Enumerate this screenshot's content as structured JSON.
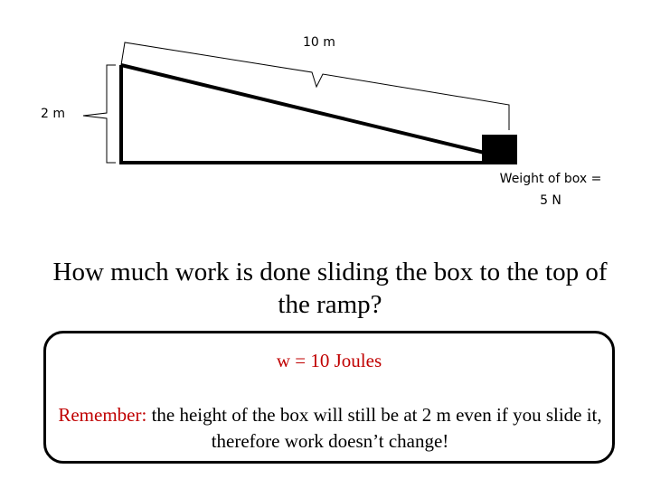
{
  "diagram": {
    "length_label": "10 m",
    "height_label": "2 m",
    "weight_label_line1": "Weight of box =",
    "weight_label_line2": "5 N"
  },
  "question": "How much work is done sliding the box to the top of the ramp?",
  "answer": {
    "text": "w = 10 Joules",
    "color": "#c00000"
  },
  "note": {
    "prefix": "Remember:",
    "prefix_color": "#c00000",
    "text": " the height of the box will still be at 2 m even if you slide it, therefore work doesn’t change!"
  }
}
